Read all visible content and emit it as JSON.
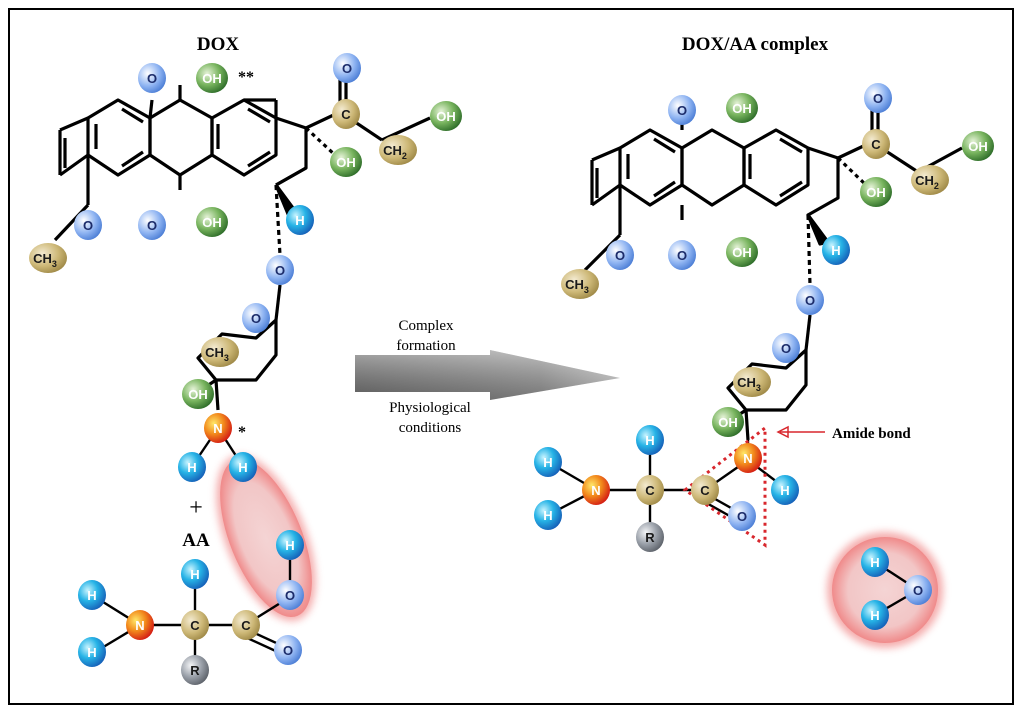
{
  "titles": {
    "left": "DOX",
    "right": "DOX/AA complex"
  },
  "labels": {
    "plus": "+",
    "aa": "AA",
    "arrow_top_line1": "Complex",
    "arrow_top_line2": "formation",
    "arrow_bottom_line1": "Physiological",
    "arrow_bottom_line2": "conditions",
    "amide": "Amide bond",
    "double_star": "**",
    "star": "*"
  },
  "atoms": {
    "O": "O",
    "OH": "OH",
    "H": "H",
    "N": "N",
    "C": "C",
    "R": "R",
    "CH2": "CH",
    "CH3": "CH",
    "sub2": "2",
    "sub3": "3"
  },
  "colors": {
    "oxygen": "#5b8fe8",
    "hydroxyl": "#4f9a46",
    "hydrogen": "#1aa5d8",
    "nitrogen": "#e83a1a",
    "carbon": "#c8b26a",
    "r_group": "#8a8f98",
    "highlight": "#f0a0a0",
    "amide": "#d8272d"
  }
}
